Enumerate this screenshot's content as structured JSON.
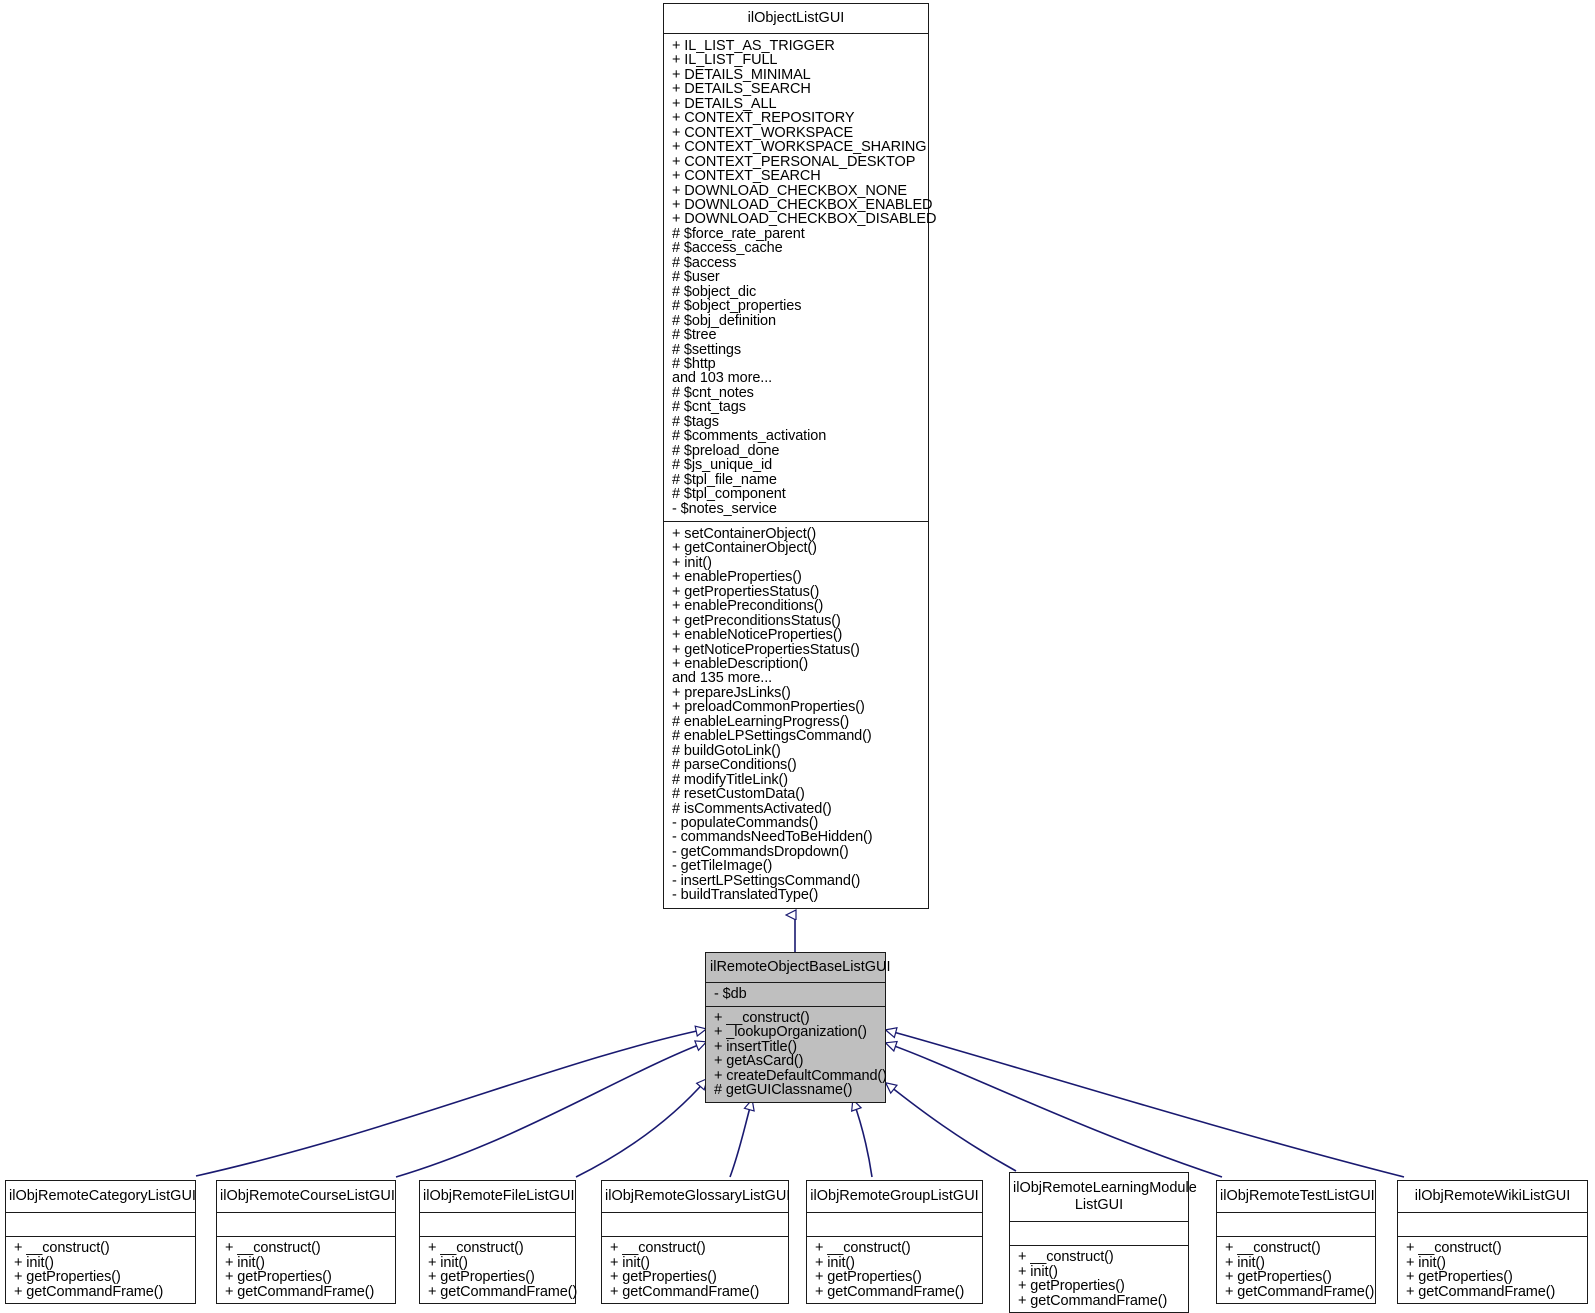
{
  "diagram": {
    "kind": "uml-class-inheritance",
    "edge_color": "#191970",
    "highlight_color": "#bfbfbf",
    "border_color": "#1a1a1a",
    "background_color": "#ffffff"
  },
  "classes": {
    "base": {
      "name": "ilObjectListGUI",
      "attributes": [
        "+ IL_LIST_AS_TRIGGER",
        "+ IL_LIST_FULL",
        "+ DETAILS_MINIMAL",
        "+ DETAILS_SEARCH",
        "+ DETAILS_ALL",
        "+ CONTEXT_REPOSITORY",
        "+ CONTEXT_WORKSPACE",
        "+ CONTEXT_WORKSPACE_SHARING",
        "+ CONTEXT_PERSONAL_DESKTOP",
        "+ CONTEXT_SEARCH",
        "+ DOWNLOAD_CHECKBOX_NONE",
        "+ DOWNLOAD_CHECKBOX_ENABLED",
        "+ DOWNLOAD_CHECKBOX_DISABLED",
        "# $force_rate_parent",
        "# $access_cache",
        "# $access",
        "# $user",
        "# $object_dic",
        "# $object_properties",
        "# $obj_definition",
        "# $tree",
        "# $settings",
        "# $http",
        "and 103 more...",
        "# $cnt_notes",
        "# $cnt_tags",
        "# $tags",
        "# $comments_activation",
        "# $preload_done",
        "# $js_unique_id",
        "# $tpl_file_name",
        "# $tpl_component",
        "- $notes_service"
      ],
      "methods": [
        "+ setContainerObject()",
        "+ getContainerObject()",
        "+ init()",
        "+ enableProperties()",
        "+ getPropertiesStatus()",
        "+ enablePreconditions()",
        "+ getPreconditionsStatus()",
        "+ enableNoticeProperties()",
        "+ getNoticePropertiesStatus()",
        "+ enableDescription()",
        "and 135 more...",
        "+ prepareJsLinks()",
        "+ preloadCommonProperties()",
        "# enableLearningProgress()",
        "# enableLPSettingsCommand()",
        "# buildGotoLink()",
        "# parseConditions()",
        "# modifyTitleLink()",
        "# resetCustomData()",
        "# isCommentsActivated()",
        "- populateCommands()",
        "- commandsNeedToBeHidden()",
        "- getCommandsDropdown()",
        "- getTileImage()",
        "- insertLPSettingsCommand()",
        "- buildTranslatedType()"
      ]
    },
    "middle": {
      "name": "ilRemoteObjectBaseListGUI",
      "attributes": [
        "- $db"
      ],
      "methods": [
        "+ __construct()",
        "+ _lookupOrganization()",
        "+ insertTitle()",
        "+ getAsCard()",
        "+ createDefaultCommand()",
        "# getGUIClassname()"
      ]
    },
    "leaves": [
      {
        "name": "ilObjRemoteCategoryListGUI",
        "attributes": [],
        "methods": [
          "+ __construct()",
          "+ init()",
          "+ getProperties()",
          "+ getCommandFrame()"
        ]
      },
      {
        "name": "ilObjRemoteCourseListGUI",
        "attributes": [],
        "methods": [
          "+ __construct()",
          "+ init()",
          "+ getProperties()",
          "+ getCommandFrame()"
        ]
      },
      {
        "name": "ilObjRemoteFileListGUI",
        "attributes": [],
        "methods": [
          "+ __construct()",
          "+ init()",
          "+ getProperties()",
          "+ getCommandFrame()"
        ]
      },
      {
        "name": "ilObjRemoteGlossaryListGUI",
        "attributes": [],
        "methods": [
          "+ __construct()",
          "+ init()",
          "+ getProperties()",
          "+ getCommandFrame()"
        ]
      },
      {
        "name": "ilObjRemoteGroupListGUI",
        "attributes": [],
        "methods": [
          "+ __construct()",
          "+ init()",
          "+ getProperties()",
          "+ getCommandFrame()"
        ]
      },
      {
        "name": "ilObjRemoteLearningModule\nListGUI",
        "attributes": [],
        "methods": [
          "+ __construct()",
          "+ init()",
          "+ getProperties()",
          "+ getCommandFrame()"
        ]
      },
      {
        "name": "ilObjRemoteTestListGUI",
        "attributes": [],
        "methods": [
          "+ __construct()",
          "+ init()",
          "+ getProperties()",
          "+ getCommandFrame()"
        ]
      },
      {
        "name": "ilObjRemoteWikiListGUI",
        "attributes": [],
        "methods": [
          "+ __construct()",
          "+ init()",
          "+ getProperties()",
          "+ getCommandFrame()"
        ]
      }
    ]
  }
}
